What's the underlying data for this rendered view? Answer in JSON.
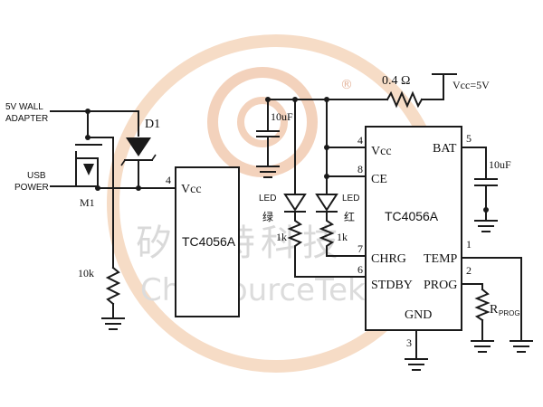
{
  "watermark": {
    "chinese": "矽源特科技",
    "english": "ChipSourceTek",
    "registered": "®",
    "ring_color": "#f6dcc6"
  },
  "left_circuit": {
    "adapter_line1": "5V WALL",
    "adapter_line2": "ADAPTER",
    "usb_line1": "USB",
    "usb_line2": "POWER",
    "diode": "D1",
    "mosfet": "M1",
    "resistor": "10k",
    "pin_number": "4",
    "vcc_pin": "Vcc",
    "chip_name": "TC4056A"
  },
  "right_circuit": {
    "cap_in": "10uF",
    "r_sense": "0.4 Ω",
    "vcc_label": "Vcc=5V",
    "led_green_label": "LED",
    "led_green_color": "绿",
    "led_green_res": "1k",
    "led_red_label": "LED",
    "led_red_color": "红",
    "led_red_res": "1k",
    "cap_bat": "10uF",
    "r_prog": "R",
    "r_prog_sub": "PROG",
    "chip_name": "TC4056A",
    "pins": {
      "vcc": {
        "name": "Vcc",
        "num": "4"
      },
      "ce": {
        "name": "CE",
        "num": "8"
      },
      "chrg": {
        "name": "CHRG",
        "num": "7"
      },
      "stdby": {
        "name": "STDBY",
        "num": "6"
      },
      "bat": {
        "name": "BAT",
        "num": "5"
      },
      "temp": {
        "name": "TEMP",
        "num": "1"
      },
      "prog": {
        "name": "PROG",
        "num": "2"
      },
      "gnd": {
        "name": "GND",
        "num": "3"
      }
    }
  }
}
